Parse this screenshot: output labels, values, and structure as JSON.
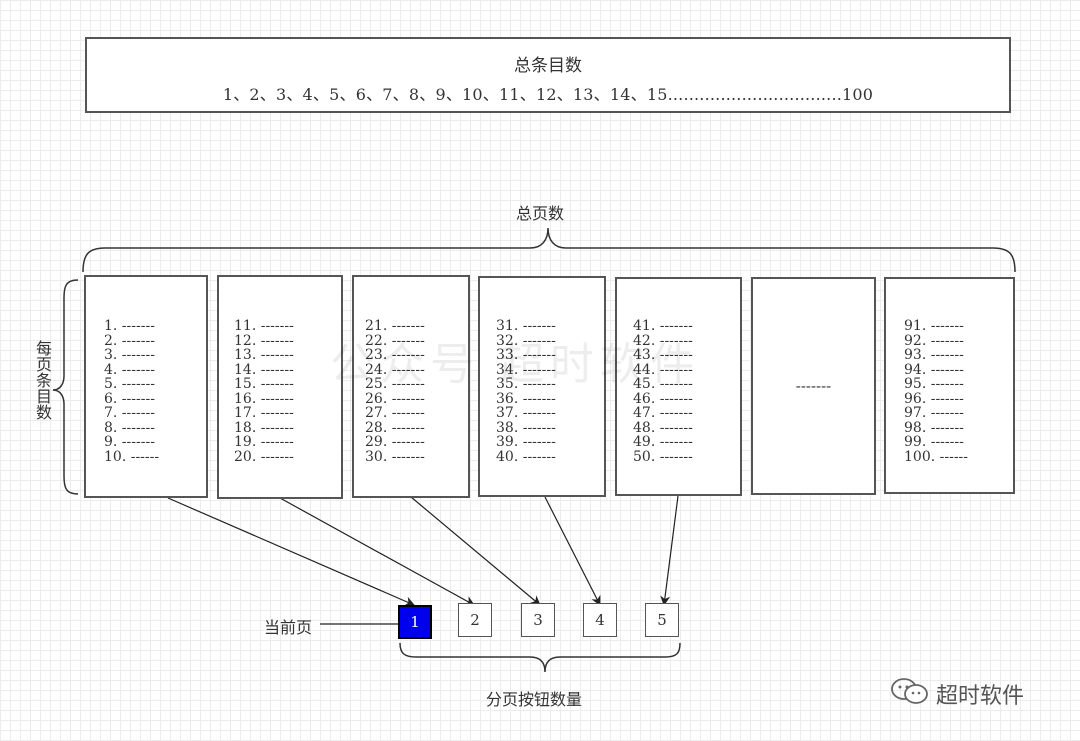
{
  "total_items": {
    "title": "总条目数",
    "sequence": "1、2、3、4、5、6、7、8、9、10、11、12、13、14、15.................................100"
  },
  "total_pages_label": "总页数",
  "per_page_label": "每页条目数",
  "pages": [
    {
      "items": [
        "1. -------",
        "2. -------",
        "3. -------",
        "4. -------",
        "5. -------",
        "6. -------",
        "7. -------",
        "8. -------",
        "9. -------",
        "10. ------"
      ]
    },
    {
      "items": [
        "11. -------",
        "12. -------",
        "13. -------",
        "14. -------",
        "15. -------",
        "16. -------",
        "17. -------",
        "18. -------",
        "19. -------",
        "20. -------"
      ]
    },
    {
      "items": [
        "21. -------",
        "22. -------",
        "23. -------",
        "24. -------",
        "25. -------",
        "26. -------",
        "27. -------",
        "28. -------",
        "29. -------",
        "30. -------"
      ]
    },
    {
      "items": [
        "31. -------",
        "32. -------",
        "33. -------",
        "34. -------",
        "35. -------",
        "36. -------",
        "37. -------",
        "38. -------",
        "39. -------",
        "40. -------"
      ]
    },
    {
      "items": [
        "41. -------",
        "42. -------",
        "43. -------",
        "44. -------",
        "45. -------",
        "46. -------",
        "47. -------",
        "48. -------",
        "49. -------",
        "50. -------"
      ]
    },
    {
      "placeholder": "-------"
    },
    {
      "items": [
        "91. -------",
        "92. -------",
        "93. -------",
        "94. -------",
        "95. -------",
        "96. -------",
        "97. -------",
        "98. -------",
        "99. -------",
        "100. ------"
      ]
    }
  ],
  "current_page_label": "当前页",
  "pagination_buttons": [
    "1",
    "2",
    "3",
    "4",
    "5"
  ],
  "active_button": "1",
  "pagination_label": "分页按钮数量",
  "watermark": "公众号 超时软件",
  "brand": "超时软件",
  "colors": {
    "active_fill": "#0000ee",
    "active_text": "#ffffff",
    "border": "#555555",
    "grid": "#ececec"
  }
}
